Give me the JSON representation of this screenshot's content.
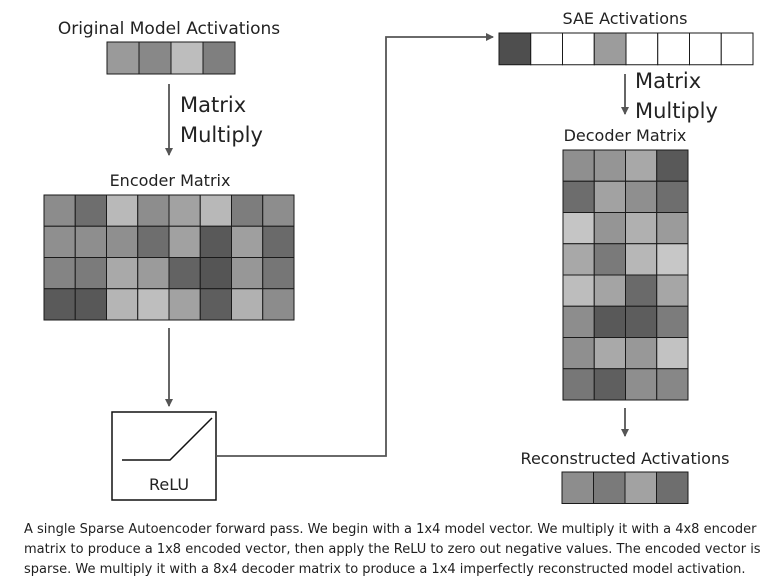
{
  "labels": {
    "original_activations": "Original Model Activations",
    "matrix_multiply_1_line1": "Matrix",
    "matrix_multiply_1_line2": "Multiply",
    "encoder_matrix": "Encoder Matrix",
    "relu": "ReLU",
    "sae_activations": "SAE Activations",
    "matrix_multiply_2_line1": "Matrix",
    "matrix_multiply_2_line2": "Multiply",
    "decoder_matrix": "Decoder Matrix",
    "reconstructed_activations": "Reconstructed Activations"
  },
  "caption": "A single Sparse Autoencoder forward pass. We begin with a 1x4 model vector. We multiply it with a 4x8 encoder matrix to produce a 1x8 encoded vector, then apply the ReLU to zero out negative values. The encoded vector is sparse. We multiply it with a 8x4 decoder matrix to produce a 1x4 imperfectly reconstructed model activation.",
  "colors": {
    "line": "#555555",
    "cell_border": "#1a1a1a",
    "text": "#222222"
  },
  "original_vector": [
    "#9a9a9a",
    "#888888",
    "#bdbdbd",
    "#7f7f7f"
  ],
  "encoder_matrix": [
    [
      "#8c8c8c",
      "#6e6e6e",
      "#b9b9b9",
      "#8d8d8d",
      "#a2a2a2",
      "#b8b8b8",
      "#7d7d7d",
      "#8d8d8d"
    ],
    [
      "#8f8f8f",
      "#8e8e8e",
      "#8f8f8f",
      "#6e6e6e",
      "#a1a1a1",
      "#595959",
      "#9f9f9f",
      "#6a6a6a"
    ],
    [
      "#848484",
      "#7b7b7b",
      "#a9a9a9",
      "#9b9b9b",
      "#636363",
      "#555555",
      "#979797",
      "#767676"
    ],
    [
      "#5a5a5a",
      "#585858",
      "#b5b5b5",
      "#bebebe",
      "#a2a2a2",
      "#5e5e5e",
      "#b1b1b1",
      "#8c8c8c"
    ]
  ],
  "sae_vector": [
    "#4e4e4e",
    "#ffffff",
    "#ffffff",
    "#9c9c9c",
    "#ffffff",
    "#ffffff",
    "#ffffff",
    "#ffffff"
  ],
  "decoder_matrix": [
    [
      "#8f8f8f",
      "#959595",
      "#a8a8a8",
      "#595959"
    ],
    [
      "#6d6d6d",
      "#a2a2a2",
      "#8f8f8f",
      "#6e6e6e"
    ],
    [
      "#c5c5c5",
      "#959595",
      "#b0b0b0",
      "#9b9b9b"
    ],
    [
      "#a8a8a8",
      "#7a7a7a",
      "#b7b7b7",
      "#c7c7c7"
    ],
    [
      "#bdbdbd",
      "#a4a4a4",
      "#6a6a6a",
      "#a6a6a6"
    ],
    [
      "#8d8d8d",
      "#595959",
      "#5d5d5d",
      "#7c7c7c"
    ],
    [
      "#8f8f8f",
      "#a9a9a9",
      "#989898",
      "#c2c2c2"
    ],
    [
      "#777777",
      "#5f5f5f",
      "#8e8e8e",
      "#878787"
    ]
  ],
  "reconstructed_vector": [
    "#8d8d8d",
    "#7a7a7a",
    "#a2a2a2",
    "#6e6e6e"
  ]
}
